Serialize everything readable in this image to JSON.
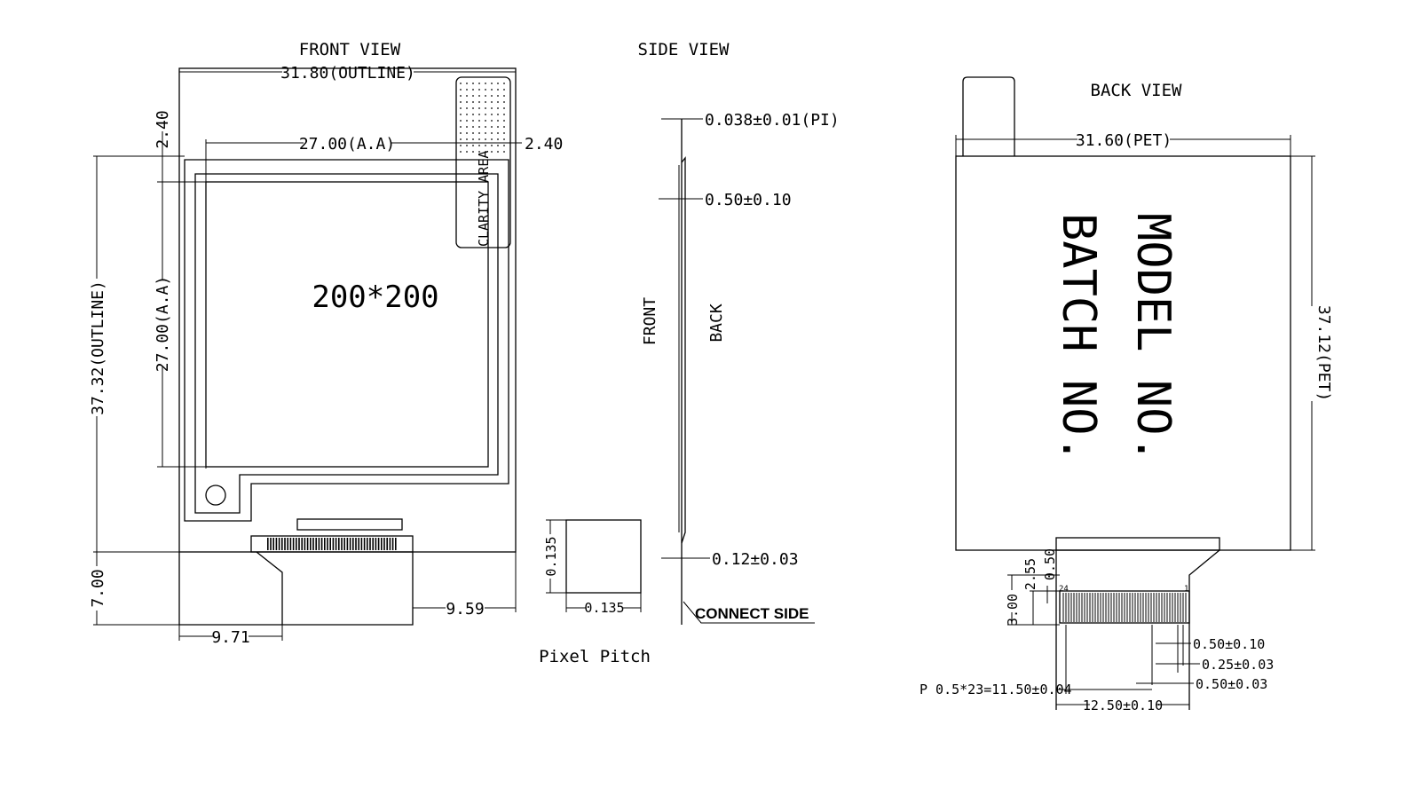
{
  "front_view": {
    "title": "FRONT VIEW",
    "outline_width": "31.80(OUTLINE)",
    "aa_width": "27.00(A.A)",
    "top_margin": "2.40",
    "right_margin": "2.40",
    "outline_height": "37.32(OUTLINE)",
    "aa_height": "27.00(A.A)",
    "resolution": "200*200",
    "clarity_area": "CLARITY AREA",
    "fpc_length": "7.00",
    "fpc_left_offset": "9.71",
    "fpc_right_offset": "9.59"
  },
  "pixel_pitch": {
    "title": "Pixel Pitch",
    "height": "0.135",
    "width": "0.135"
  },
  "side_view": {
    "title": "SIDE VIEW",
    "pi_thickness": "0.038±0.01(PI)",
    "panel_thickness": "0.50±0.10",
    "fpc_thickness": "0.12±0.03",
    "front_label": "FRONT",
    "back_label": "BACK",
    "connect_side": "CONNECT SIDE"
  },
  "back_view": {
    "title": "BACK VIEW",
    "pet_width": "31.60(PET)",
    "pet_height": "37.12(PET)",
    "model_no": "MODEL NO.",
    "batch_no": "BATCH NO.",
    "dim_255": "2.55",
    "dim_050_top": "0.50",
    "dim_300": "3.00",
    "pin_last": "24",
    "pin_first": "1",
    "pin_width": "0.50±0.10",
    "pin_gap": "0.25±0.03",
    "pin_edge": "0.50±0.03",
    "pitch_total": "P 0.5*23=11.50±0.04",
    "fpc_width": "12.50±0.10"
  }
}
